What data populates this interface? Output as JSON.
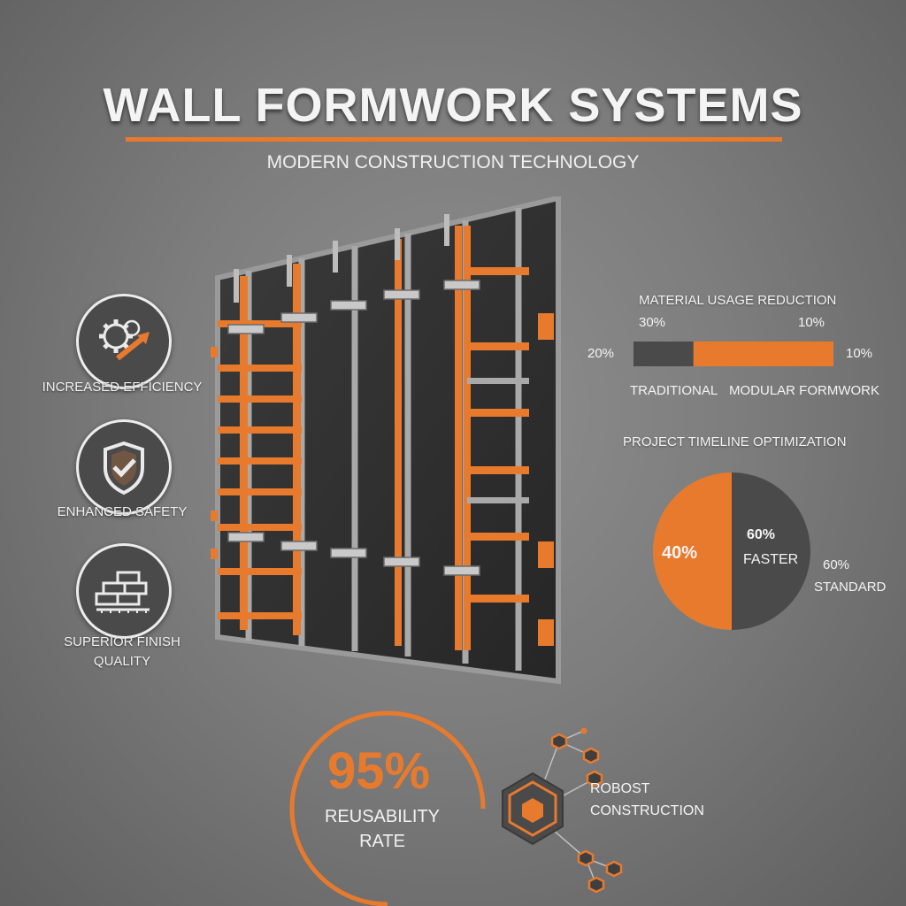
{
  "header": {
    "title": "WALL FORMWORK SYSTEMS",
    "subtitle": "MODERN CONSTRUCTION TECHNOLOGY"
  },
  "colors": {
    "accent": "#e87a2e",
    "dark": "#4a4a4a",
    "light": "#f2f2f2"
  },
  "features": [
    {
      "icon": "gear-arrow-icon",
      "label": "INCREASED EFFICIENCY"
    },
    {
      "icon": "shield-check-icon",
      "label": "ENHANCED SAFETY"
    },
    {
      "icon": "bricks-icon",
      "label": "SUPERIOR FINISH QUALITY"
    }
  ],
  "material_chart": {
    "title": "MATERIAL USAGE REDUCTION",
    "top_left": "30%",
    "top_right": "10%",
    "left_outer": "20%",
    "right_outer": "10%",
    "segments": [
      {
        "label": "TRADITIONAL",
        "value": 30
      },
      {
        "label": "MODULAR FORMWORK",
        "value": 70
      }
    ]
  },
  "timeline_chart": {
    "title": "PROJECT TIMELINE OPTIMIZATION",
    "slices": [
      {
        "label": "40%",
        "value": 50
      },
      {
        "label": "60%",
        "value": 50
      }
    ],
    "faster_label": "FASTER",
    "outside_value": "60%",
    "outside_label": "STANDARD"
  },
  "reusability": {
    "value": "95%",
    "label_line1": "REUSABILITY",
    "label_line2": "RATE",
    "progress": 0.75
  },
  "robust": {
    "line1": "ROBOST",
    "line2": "CONSTRUCTION",
    "icon": "hexagon-cube-icon"
  }
}
